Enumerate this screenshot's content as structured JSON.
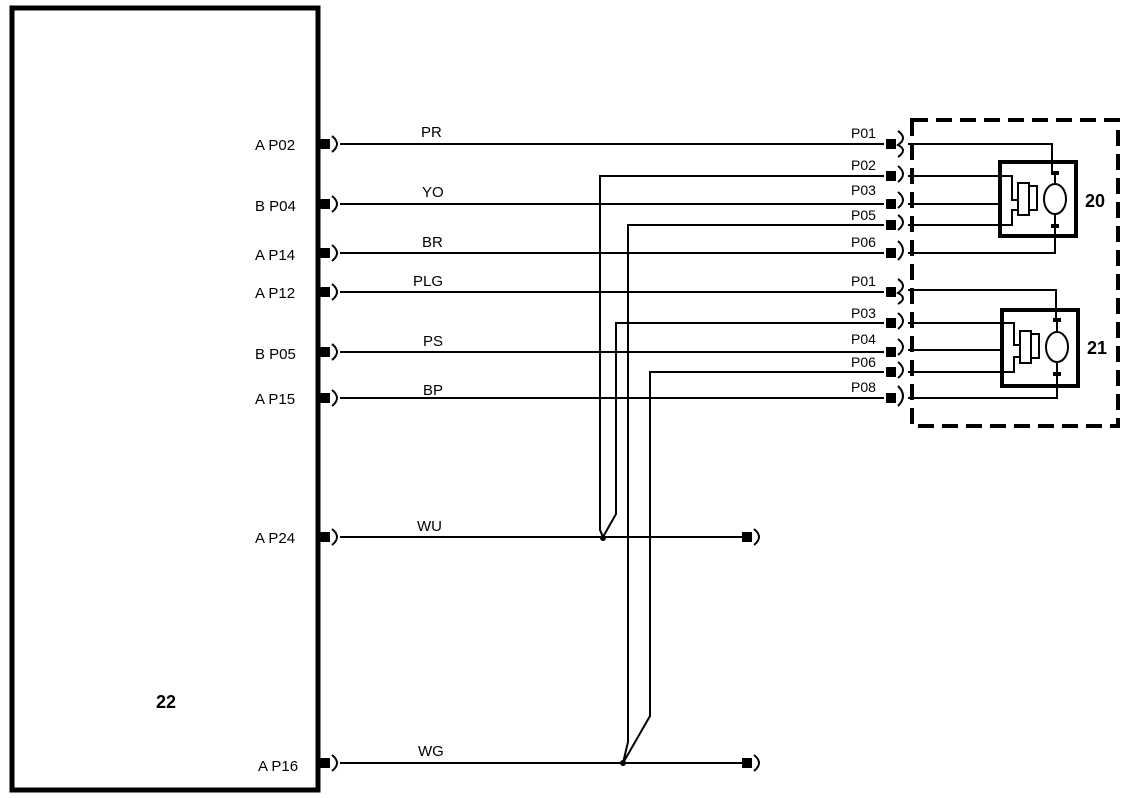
{
  "ecu": {
    "ref": "22",
    "pins": [
      {
        "id": "A P02",
        "wire": "PR"
      },
      {
        "id": "B P04",
        "wire": "YO"
      },
      {
        "id": "A P14",
        "wire": "BR"
      },
      {
        "id": "A P12",
        "wire": "PLG"
      },
      {
        "id": "B P05",
        "wire": "PS"
      },
      {
        "id": "A P15",
        "wire": "BP"
      },
      {
        "id": "A P24",
        "wire": "WU"
      },
      {
        "id": "A P16",
        "wire": "WG"
      }
    ]
  },
  "connector_pins": [
    "P01",
    "P02",
    "P03",
    "P05",
    "P06",
    "P01",
    "P03",
    "P04",
    "P06",
    "P08"
  ],
  "motors": [
    {
      "ref": "20"
    },
    {
      "ref": "21"
    }
  ]
}
